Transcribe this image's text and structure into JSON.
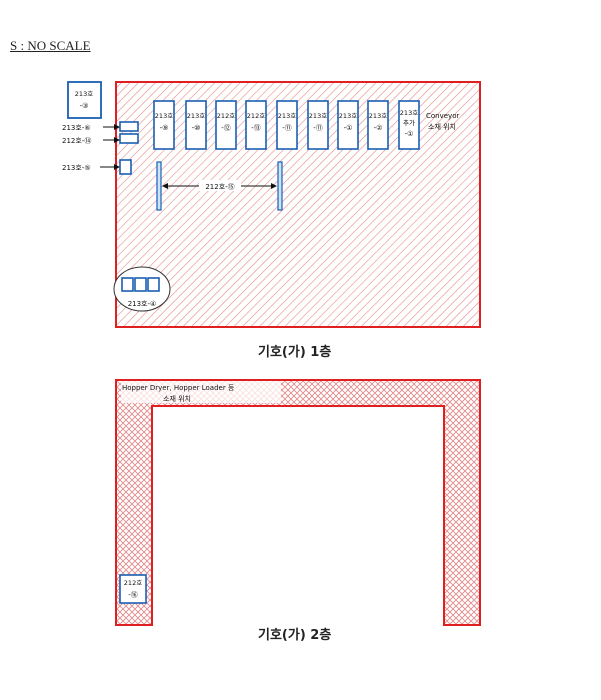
{
  "scale_note": "S : NO SCALE",
  "floor1": {
    "title": "기호(가) 1층",
    "columns": [
      {
        "line1": "213호",
        "line2": "-⑨"
      },
      {
        "line1": "213호",
        "line2": "-⑩"
      },
      {
        "line1": "212호",
        "line2": "-⑫"
      },
      {
        "line1": "212호",
        "line2": "-⑬"
      },
      {
        "line1": "213호",
        "line2": "-⑪"
      },
      {
        "line1": "213호",
        "line2": "-⑪"
      },
      {
        "line1": "213호",
        "line2": "-①"
      },
      {
        "line1": "213호",
        "line2": "-②"
      },
      {
        "line1": "213호",
        "line2": "추가",
        "line3": "-①"
      }
    ],
    "conveyor_line1": "Conveyor",
    "conveyor_line2": "소재 위치",
    "unit_213_3_line1": "213호",
    "unit_213_3_line2": "-③",
    "label_213_6": "213호-⑥",
    "label_212_14": "212호-⑭",
    "label_213_5": "213호-⑤",
    "label_212_15": "212호-⑮",
    "label_213_4": "213호-④"
  },
  "floor2": {
    "title": "기호(가) 2층",
    "note_line1": "Hopper Dryer, Hopper Loader 등",
    "note_line2": "소재 위치",
    "unit_212_16_line1": "212호",
    "unit_212_16_line2": "-⑯"
  }
}
